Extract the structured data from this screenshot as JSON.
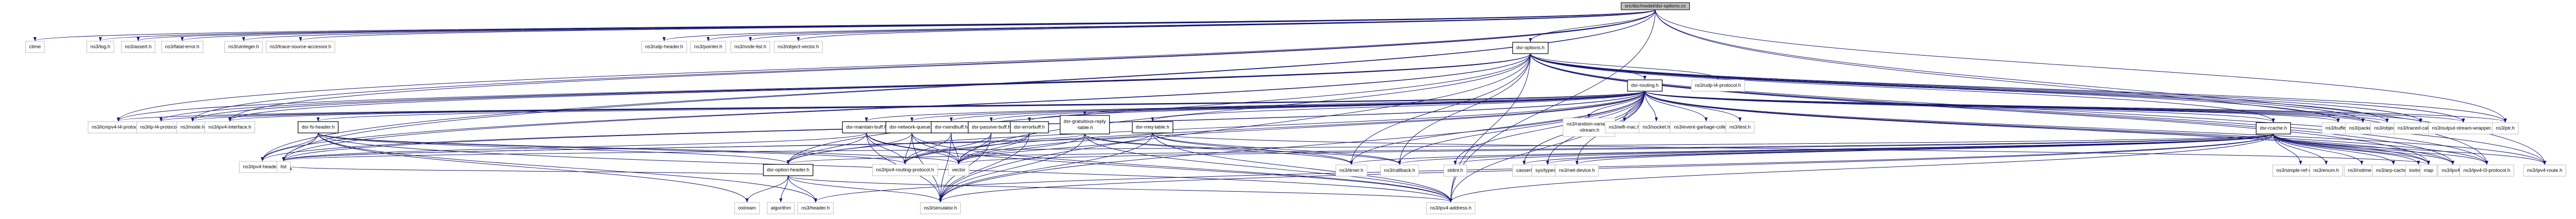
{
  "title": "src/dsr/model/dsr-options.cc",
  "edge_color": "#191970",
  "nodes": [
    {
      "id": "root",
      "label": "src/dsr/model/dsr-options.cc",
      "kind": "root"
    },
    {
      "id": "options_h",
      "label": "dsr-options.h",
      "kind": "local"
    },
    {
      "id": "routing_h",
      "label": "dsr-routing.h",
      "kind": "local"
    },
    {
      "id": "fs_header",
      "label": "dsr-fs-header.h",
      "kind": "local"
    },
    {
      "id": "maintain",
      "label": "dsr-maintain-buff.h",
      "kind": "local"
    },
    {
      "id": "netqueue",
      "label": "dsr-network-queue.h",
      "kind": "local"
    },
    {
      "id": "rsendbuff",
      "label": "dsr-rsendbuff.h",
      "kind": "local"
    },
    {
      "id": "passive",
      "label": "dsr-passive-buff.h",
      "kind": "local"
    },
    {
      "id": "errorbuff",
      "label": "dsr-errorbuff.h",
      "kind": "local"
    },
    {
      "id": "gratuitous",
      "label": "dsr-gratuitous-reply\n-table.h",
      "kind": "local"
    },
    {
      "id": "rreq",
      "label": "dsr-rreq-table.h",
      "kind": "local"
    },
    {
      "id": "rcache",
      "label": "dsr-rcache.h",
      "kind": "local"
    },
    {
      "id": "optheader",
      "label": "dsr-option-header.h",
      "kind": "local"
    },
    {
      "id": "ctime",
      "label": "ctime",
      "kind": "ext"
    },
    {
      "id": "log",
      "label": "ns3/log.h",
      "kind": "ext"
    },
    {
      "id": "assert",
      "label": "ns3/assert.h",
      "kind": "ext"
    },
    {
      "id": "fatal",
      "label": "ns3/fatal-error.h",
      "kind": "ext"
    },
    {
      "id": "uinteger",
      "label": "ns3/uinteger.h",
      "kind": "ext"
    },
    {
      "id": "tsa",
      "label": "ns3/trace-source-accessor.h",
      "kind": "ext"
    },
    {
      "id": "udphdr",
      "label": "ns3/udp-header.h",
      "kind": "ext"
    },
    {
      "id": "pointer",
      "label": "ns3/pointer.h",
      "kind": "ext"
    },
    {
      "id": "nodelist",
      "label": "ns3/node-list.h",
      "kind": "ext"
    },
    {
      "id": "objvec",
      "label": "ns3/object-vector.h",
      "kind": "ext"
    },
    {
      "id": "udpl4",
      "label": "ns3/udp-l4-protocol.h",
      "kind": "ext"
    },
    {
      "id": "icmp",
      "label": "ns3/icmpv4-l4-protocol.h",
      "kind": "ext"
    },
    {
      "id": "ipl4",
      "label": "ns3/ip-l4-protocol.h",
      "kind": "ext"
    },
    {
      "id": "node",
      "label": "ns3/node.h",
      "kind": "ext"
    },
    {
      "id": "ipv4if",
      "label": "ns3/ipv4-interface.h",
      "kind": "ext"
    },
    {
      "id": "rvs",
      "label": "ns3/random-variable\n-stream.h",
      "kind": "ext"
    },
    {
      "id": "wifimac",
      "label": "ns3/wifi-mac.h",
      "kind": "ext"
    },
    {
      "id": "socket",
      "label": "ns3/socket.h",
      "kind": "ext"
    },
    {
      "id": "egc",
      "label": "ns3/event-garbage-collector.h",
      "kind": "ext"
    },
    {
      "id": "test",
      "label": "ns3/test.h",
      "kind": "ext"
    },
    {
      "id": "buffer",
      "label": "ns3/buffer.h",
      "kind": "ext"
    },
    {
      "id": "packet",
      "label": "ns3/packet.h",
      "kind": "ext"
    },
    {
      "id": "object",
      "label": "ns3/object.h",
      "kind": "ext"
    },
    {
      "id": "tcb",
      "label": "ns3/traced-callback.h",
      "kind": "ext"
    },
    {
      "id": "osw",
      "label": "ns3/output-stream-wrapper.h",
      "kind": "ext"
    },
    {
      "id": "ptr",
      "label": "ns3/ptr.h",
      "kind": "ext"
    },
    {
      "id": "ipv4hdr",
      "label": "ns3/ipv4-header.h",
      "kind": "ext"
    },
    {
      "id": "list",
      "label": "list",
      "kind": "ext"
    },
    {
      "id": "ipv4rp",
      "label": "ns3/ipv4-routing-protocol.h",
      "kind": "ext"
    },
    {
      "id": "vector",
      "label": "vector",
      "kind": "ext"
    },
    {
      "id": "timer",
      "label": "ns3/timer.h",
      "kind": "ext"
    },
    {
      "id": "callback",
      "label": "ns3/callback.h",
      "kind": "ext"
    },
    {
      "id": "stdint",
      "label": "stdint.h",
      "kind": "ext"
    },
    {
      "id": "cassert",
      "label": "cassert",
      "kind": "ext"
    },
    {
      "id": "systypes",
      "label": "sys/types.h",
      "kind": "ext"
    },
    {
      "id": "netdev",
      "label": "ns3/net-device.h",
      "kind": "ext"
    },
    {
      "id": "src",
      "label": "ns3/simple-ref-count.h",
      "kind": "ext"
    },
    {
      "id": "enum",
      "label": "ns3/enum.h",
      "kind": "ext"
    },
    {
      "id": "rstime",
      "label": "ns3/nstime.h",
      "kind": "ext"
    },
    {
      "id": "arp",
      "label": "ns3/arp-cache.h",
      "kind": "ext"
    },
    {
      "id": "iostream",
      "label": "iostream",
      "kind": "ext"
    },
    {
      "id": "map",
      "label": "map",
      "kind": "ext"
    },
    {
      "id": "ipv4",
      "label": "ns3/ipv4.h",
      "kind": "ext"
    },
    {
      "id": "ipv4l3",
      "label": "ns3/ipv4-l3-protocol.h",
      "kind": "ext"
    },
    {
      "id": "ipv4route",
      "label": "ns3/ipv4-route.h",
      "kind": "ext"
    },
    {
      "id": "ostream",
      "label": "ostream",
      "kind": "ext"
    },
    {
      "id": "algorithm",
      "label": "algorithm",
      "kind": "ext"
    },
    {
      "id": "header",
      "label": "ns3/header.h",
      "kind": "ext"
    },
    {
      "id": "simulator",
      "label": "ns3/simulator.h",
      "kind": "ext"
    },
    {
      "id": "ipv4addr",
      "label": "ns3/ipv4-address.h",
      "kind": "ext"
    }
  ],
  "edges": [
    [
      "root",
      "options_h"
    ],
    [
      "root",
      "ctime"
    ],
    [
      "root",
      "log"
    ],
    [
      "root",
      "assert"
    ],
    [
      "root",
      "fatal"
    ],
    [
      "root",
      "uinteger"
    ],
    [
      "root",
      "tsa"
    ],
    [
      "root",
      "udphdr"
    ],
    [
      "root",
      "pointer"
    ],
    [
      "root",
      "nodelist"
    ],
    [
      "root",
      "objvec"
    ],
    [
      "root",
      "ipv4route"
    ],
    [
      "root",
      "ptr"
    ],
    [
      "root",
      "ipv4l3"
    ],
    [
      "root",
      "ipv4addr"
    ],
    [
      "root",
      "list"
    ],
    [
      "root",
      "ipv4hdr"
    ],
    [
      "root",
      "icmp"
    ],
    [
      "root",
      "node"
    ],
    [
      "root",
      "ipv4if"
    ],
    [
      "options_h",
      "routing_h"
    ],
    [
      "options_h",
      "udpl4"
    ],
    [
      "options_h",
      "optheader"
    ],
    [
      "options_h",
      "rcache"
    ],
    [
      "options_h",
      "list"
    ],
    [
      "options_h",
      "ipv4hdr"
    ],
    [
      "options_h",
      "ipv4if"
    ],
    [
      "options_h",
      "ipl4"
    ],
    [
      "options_h",
      "icmp"
    ],
    [
      "options_h",
      "node"
    ],
    [
      "options_h",
      "map"
    ],
    [
      "options_h",
      "ipv4route"
    ],
    [
      "options_h",
      "ipv4l3"
    ],
    [
      "options_h",
      "ptr"
    ],
    [
      "options_h",
      "buffer"
    ],
    [
      "options_h",
      "packet"
    ],
    [
      "options_h",
      "object"
    ],
    [
      "options_h",
      "ipv4addr"
    ],
    [
      "options_h",
      "simulator"
    ],
    [
      "options_h",
      "vector"
    ],
    [
      "options_h",
      "callback"
    ],
    [
      "options_h",
      "timer"
    ],
    [
      "options_h",
      "ipv4"
    ],
    [
      "options_h",
      "tcb"
    ],
    [
      "options_h",
      "osw"
    ],
    [
      "routing_h",
      "fs_header"
    ],
    [
      "routing_h",
      "maintain"
    ],
    [
      "routing_h",
      "netqueue"
    ],
    [
      "routing_h",
      "rsendbuff"
    ],
    [
      "routing_h",
      "passive"
    ],
    [
      "routing_h",
      "errorbuff"
    ],
    [
      "routing_h",
      "gratuitous"
    ],
    [
      "routing_h",
      "rreq"
    ],
    [
      "routing_h",
      "rcache"
    ],
    [
      "routing_h",
      "optheader"
    ],
    [
      "routing_h",
      "rvs"
    ],
    [
      "routing_h",
      "wifimac"
    ],
    [
      "routing_h",
      "socket"
    ],
    [
      "routing_h",
      "egc"
    ],
    [
      "routing_h",
      "test"
    ],
    [
      "routing_h",
      "icmp"
    ],
    [
      "routing_h",
      "ipl4"
    ],
    [
      "routing_h",
      "node"
    ],
    [
      "routing_h",
      "ipv4if"
    ],
    [
      "routing_h",
      "list"
    ],
    [
      "routing_h",
      "vector"
    ],
    [
      "routing_h",
      "timer"
    ],
    [
      "routing_h",
      "callback"
    ],
    [
      "routing_h",
      "stdint"
    ],
    [
      "routing_h",
      "map"
    ],
    [
      "routing_h",
      "ipv4"
    ],
    [
      "routing_h",
      "ipv4l3"
    ],
    [
      "routing_h",
      "ipv4route"
    ],
    [
      "routing_h",
      "ipv4addr"
    ],
    [
      "routing_h",
      "ipv4hdr"
    ],
    [
      "routing_h",
      "buffer"
    ],
    [
      "routing_h",
      "packet"
    ],
    [
      "routing_h",
      "object"
    ],
    [
      "routing_h",
      "tcb"
    ],
    [
      "routing_h",
      "osw"
    ],
    [
      "routing_h",
      "ptr"
    ],
    [
      "routing_h",
      "ipv4rp"
    ],
    [
      "routing_h",
      "netdev"
    ],
    [
      "routing_h",
      "cassert"
    ],
    [
      "routing_h",
      "systypes"
    ],
    [
      "routing_h",
      "simulator"
    ],
    [
      "fs_header",
      "list"
    ],
    [
      "fs_header",
      "ostream"
    ],
    [
      "fs_header",
      "header"
    ],
    [
      "fs_header",
      "optheader"
    ],
    [
      "fs_header",
      "ipv4rp"
    ],
    [
      "fs_header",
      "vector"
    ],
    [
      "fs_header",
      "ipv4hdr"
    ],
    [
      "fs_header",
      "ipv4addr"
    ],
    [
      "maintain",
      "list"
    ],
    [
      "maintain",
      "optheader"
    ],
    [
      "maintain",
      "simulator"
    ],
    [
      "maintain",
      "ipv4rp"
    ],
    [
      "maintain",
      "vector"
    ],
    [
      "maintain",
      "ipv4addr"
    ],
    [
      "netqueue",
      "optheader"
    ],
    [
      "netqueue",
      "simulator"
    ],
    [
      "netqueue",
      "ipv4rp"
    ],
    [
      "netqueue",
      "vector"
    ],
    [
      "netqueue",
      "ipv4addr"
    ],
    [
      "rsendbuff",
      "simulator"
    ],
    [
      "rsendbuff",
      "ipv4rp"
    ],
    [
      "rsendbuff",
      "vector"
    ],
    [
      "passive",
      "simulator"
    ],
    [
      "passive",
      "ipv4rp"
    ],
    [
      "passive",
      "vector"
    ],
    [
      "errorbuff",
      "simulator"
    ],
    [
      "errorbuff",
      "ipv4rp"
    ],
    [
      "errorbuff",
      "vector"
    ],
    [
      "gratuitous",
      "simulator"
    ],
    [
      "gratuitous",
      "list"
    ],
    [
      "gratuitous",
      "vector"
    ],
    [
      "gratuitous",
      "timer"
    ],
    [
      "gratuitous",
      "callback"
    ],
    [
      "gratuitous",
      "ipv4addr"
    ],
    [
      "rreq",
      "timer"
    ],
    [
      "rreq",
      "callback"
    ],
    [
      "rreq",
      "map"
    ],
    [
      "rreq",
      "list"
    ],
    [
      "rreq",
      "vector"
    ],
    [
      "rreq",
      "simulator"
    ],
    [
      "rreq",
      "ipv4addr"
    ],
    [
      "rcache",
      "map"
    ],
    [
      "rcache",
      "stdint"
    ],
    [
      "rcache",
      "cassert"
    ],
    [
      "rcache",
      "systypes"
    ],
    [
      "rcache",
      "netdev"
    ],
    [
      "rcache",
      "src"
    ],
    [
      "rcache",
      "enum"
    ],
    [
      "rcache",
      "rstime"
    ],
    [
      "rcache",
      "arp"
    ],
    [
      "rcache",
      "iostream"
    ],
    [
      "rcache",
      "ipv4"
    ],
    [
      "rcache",
      "ipv4l3"
    ],
    [
      "rcache",
      "ipv4route"
    ],
    [
      "rcache",
      "ipv4addr"
    ],
    [
      "rcache",
      "list"
    ],
    [
      "rcache",
      "vector"
    ],
    [
      "rcache",
      "timer"
    ],
    [
      "rcache",
      "callback"
    ],
    [
      "rcache",
      "simulator"
    ],
    [
      "rcache",
      "header"
    ],
    [
      "rcache",
      "optheader"
    ],
    [
      "optheader",
      "ostream"
    ],
    [
      "optheader",
      "algorithm"
    ],
    [
      "optheader",
      "header"
    ],
    [
      "optheader",
      "list"
    ],
    [
      "optheader",
      "simulator"
    ],
    [
      "optheader",
      "ipv4addr"
    ]
  ]
}
